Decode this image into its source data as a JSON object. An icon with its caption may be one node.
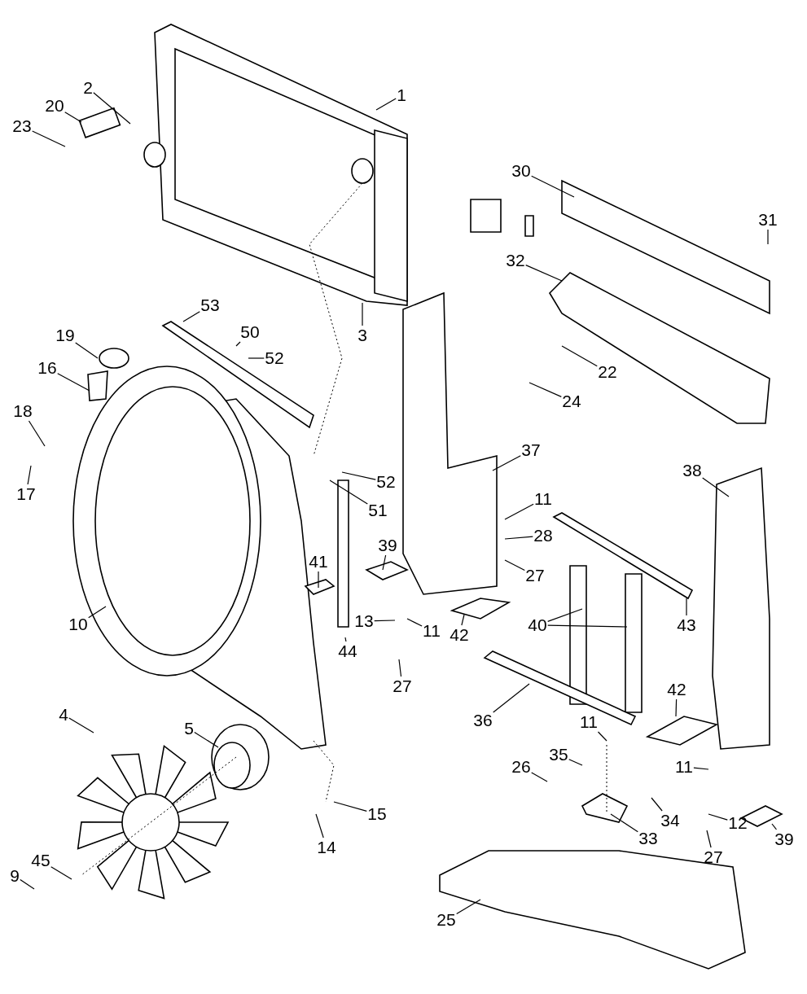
{
  "diagram": {
    "nodes": [
      {
        "text": [
          "2"
        ]
      },
      {
        "text": [
          "1"
        ]
      },
      {
        "text": [
          "20"
        ]
      },
      {
        "text": [
          "23"
        ]
      },
      {
        "text": [
          "30"
        ]
      },
      {
        "text": [
          "31"
        ]
      },
      {
        "text": [
          "32"
        ]
      },
      {
        "text": [
          "53"
        ]
      },
      {
        "text": [
          "3"
        ]
      },
      {
        "text": [
          "19"
        ]
      },
      {
        "text": [
          "50"
        ]
      },
      {
        "text": [
          "52"
        ]
      },
      {
        "text": [
          "16"
        ]
      },
      {
        "text": [
          "22"
        ]
      },
      {
        "text": [
          "24"
        ]
      },
      {
        "text": [
          "18"
        ]
      },
      {
        "text": [
          "37"
        ]
      },
      {
        "text": [
          "38"
        ]
      },
      {
        "text": [
          "52"
        ]
      },
      {
        "text": [
          "11"
        ]
      },
      {
        "text": [
          "17"
        ]
      },
      {
        "text": [
          "51"
        ]
      },
      {
        "text": [
          "28"
        ]
      },
      {
        "text": [
          "39"
        ]
      },
      {
        "text": [
          "41"
        ]
      },
      {
        "text": [
          "27"
        ]
      },
      {
        "text": [
          "13"
        ]
      },
      {
        "text": [
          "10"
        ]
      },
      {
        "text": [
          "11"
        ]
      },
      {
        "text": [
          "40"
        ]
      },
      {
        "text": [
          "43"
        ]
      },
      {
        "text": [
          "42"
        ]
      },
      {
        "text": [
          "44"
        ]
      },
      {
        "text": [
          "27"
        ]
      },
      {
        "text": [
          "36"
        ]
      },
      {
        "text": [
          "42"
        ]
      },
      {
        "text": [
          "4"
        ]
      },
      {
        "text": [
          "11"
        ]
      },
      {
        "text": [
          "5"
        ]
      },
      {
        "text": [
          "35"
        ]
      },
      {
        "text": [
          "26"
        ]
      },
      {
        "text": [
          "11"
        ]
      },
      {
        "text": [
          "34"
        ]
      },
      {
        "text": [
          "15"
        ]
      },
      {
        "text": [
          "12"
        ]
      },
      {
        "text": [
          "33"
        ]
      },
      {
        "text": [
          "39"
        ]
      },
      {
        "text": [
          "14"
        ]
      },
      {
        "text": [
          "27"
        ]
      },
      {
        "text": [
          "45"
        ]
      },
      {
        "text": [
          "9"
        ]
      },
      {
        "text": [
          "25"
        ]
      }
    ],
    "edges": [
      {
        "from": 0,
        "to": null,
        "arrow": "none"
      },
      {
        "from": 1,
        "to": null,
        "arrow": "none"
      },
      {
        "from": 2,
        "to": null,
        "arrow": "none"
      },
      {
        "from": 3,
        "to": null,
        "arrow": "none"
      },
      {
        "from": 4,
        "to": null,
        "arrow": "none"
      },
      {
        "from": 5,
        "to": null,
        "arrow": "none"
      },
      {
        "from": 6,
        "to": null,
        "arrow": "none"
      },
      {
        "from": 7,
        "to": null,
        "arrow": "none"
      },
      {
        "from": 8,
        "to": null,
        "arrow": "none"
      },
      {
        "from": 9,
        "to": null,
        "arrow": "none"
      },
      {
        "from": 10,
        "to": null,
        "arrow": "none"
      },
      {
        "from": 11,
        "to": null,
        "arrow": "none"
      },
      {
        "from": 12,
        "to": null,
        "arrow": "none"
      },
      {
        "from": 13,
        "to": null,
        "arrow": "none"
      },
      {
        "from": 14,
        "to": null,
        "arrow": "none"
      },
      {
        "from": 15,
        "to": null,
        "arrow": "none"
      },
      {
        "from": 16,
        "to": null,
        "arrow": "none"
      },
      {
        "from": 17,
        "to": null,
        "arrow": "none"
      },
      {
        "from": 18,
        "to": null,
        "arrow": "none"
      },
      {
        "from": 19,
        "to": null,
        "arrow": "none"
      },
      {
        "from": 20,
        "to": null,
        "arrow": "none"
      },
      {
        "from": 21,
        "to": null,
        "arrow": "none"
      },
      {
        "from": 22,
        "to": null,
        "arrow": "none"
      },
      {
        "from": 23,
        "to": null,
        "arrow": "none"
      },
      {
        "from": 24,
        "to": null,
        "arrow": "none"
      },
      {
        "from": 25,
        "to": null,
        "arrow": "none"
      },
      {
        "from": 26,
        "to": null,
        "arrow": "none"
      },
      {
        "from": 27,
        "to": null,
        "arrow": "none"
      },
      {
        "from": 28,
        "to": null,
        "arrow": "none"
      },
      {
        "from": 29,
        "to": null,
        "arrow": "none"
      },
      {
        "from": 29,
        "to": null,
        "arrow": "none"
      },
      {
        "from": 30,
        "to": null,
        "arrow": "none"
      },
      {
        "from": 31,
        "to": null,
        "arrow": "none"
      },
      {
        "from": 32,
        "to": null,
        "arrow": "none"
      },
      {
        "from": 33,
        "to": null,
        "arrow": "none"
      },
      {
        "from": 34,
        "to": null,
        "arrow": "none"
      },
      {
        "from": 35,
        "to": null,
        "arrow": "none"
      },
      {
        "from": 36,
        "to": null,
        "arrow": "none"
      },
      {
        "from": 37,
        "to": null,
        "arrow": "none"
      },
      {
        "from": 38,
        "to": null,
        "arrow": "none"
      },
      {
        "from": 39,
        "to": null,
        "arrow": "none"
      },
      {
        "from": 40,
        "to": null,
        "arrow": "none"
      },
      {
        "from": 41,
        "to": null,
        "arrow": "none"
      },
      {
        "from": 42,
        "to": null,
        "arrow": "none"
      },
      {
        "from": 43,
        "to": null,
        "arrow": "none"
      },
      {
        "from": 44,
        "to": null,
        "arrow": "none"
      },
      {
        "from": 45,
        "to": null,
        "arrow": "none"
      },
      {
        "from": 46,
        "to": null,
        "arrow": "none"
      },
      {
        "from": 47,
        "to": null,
        "arrow": "none"
      },
      {
        "from": 48,
        "to": null,
        "arrow": "none"
      },
      {
        "from": 49,
        "to": null,
        "arrow": "none"
      },
      {
        "from": 50,
        "to": null,
        "arrow": "none"
      },
      {
        "from": 51,
        "to": null,
        "arrow": "none"
      }
    ]
  }
}
